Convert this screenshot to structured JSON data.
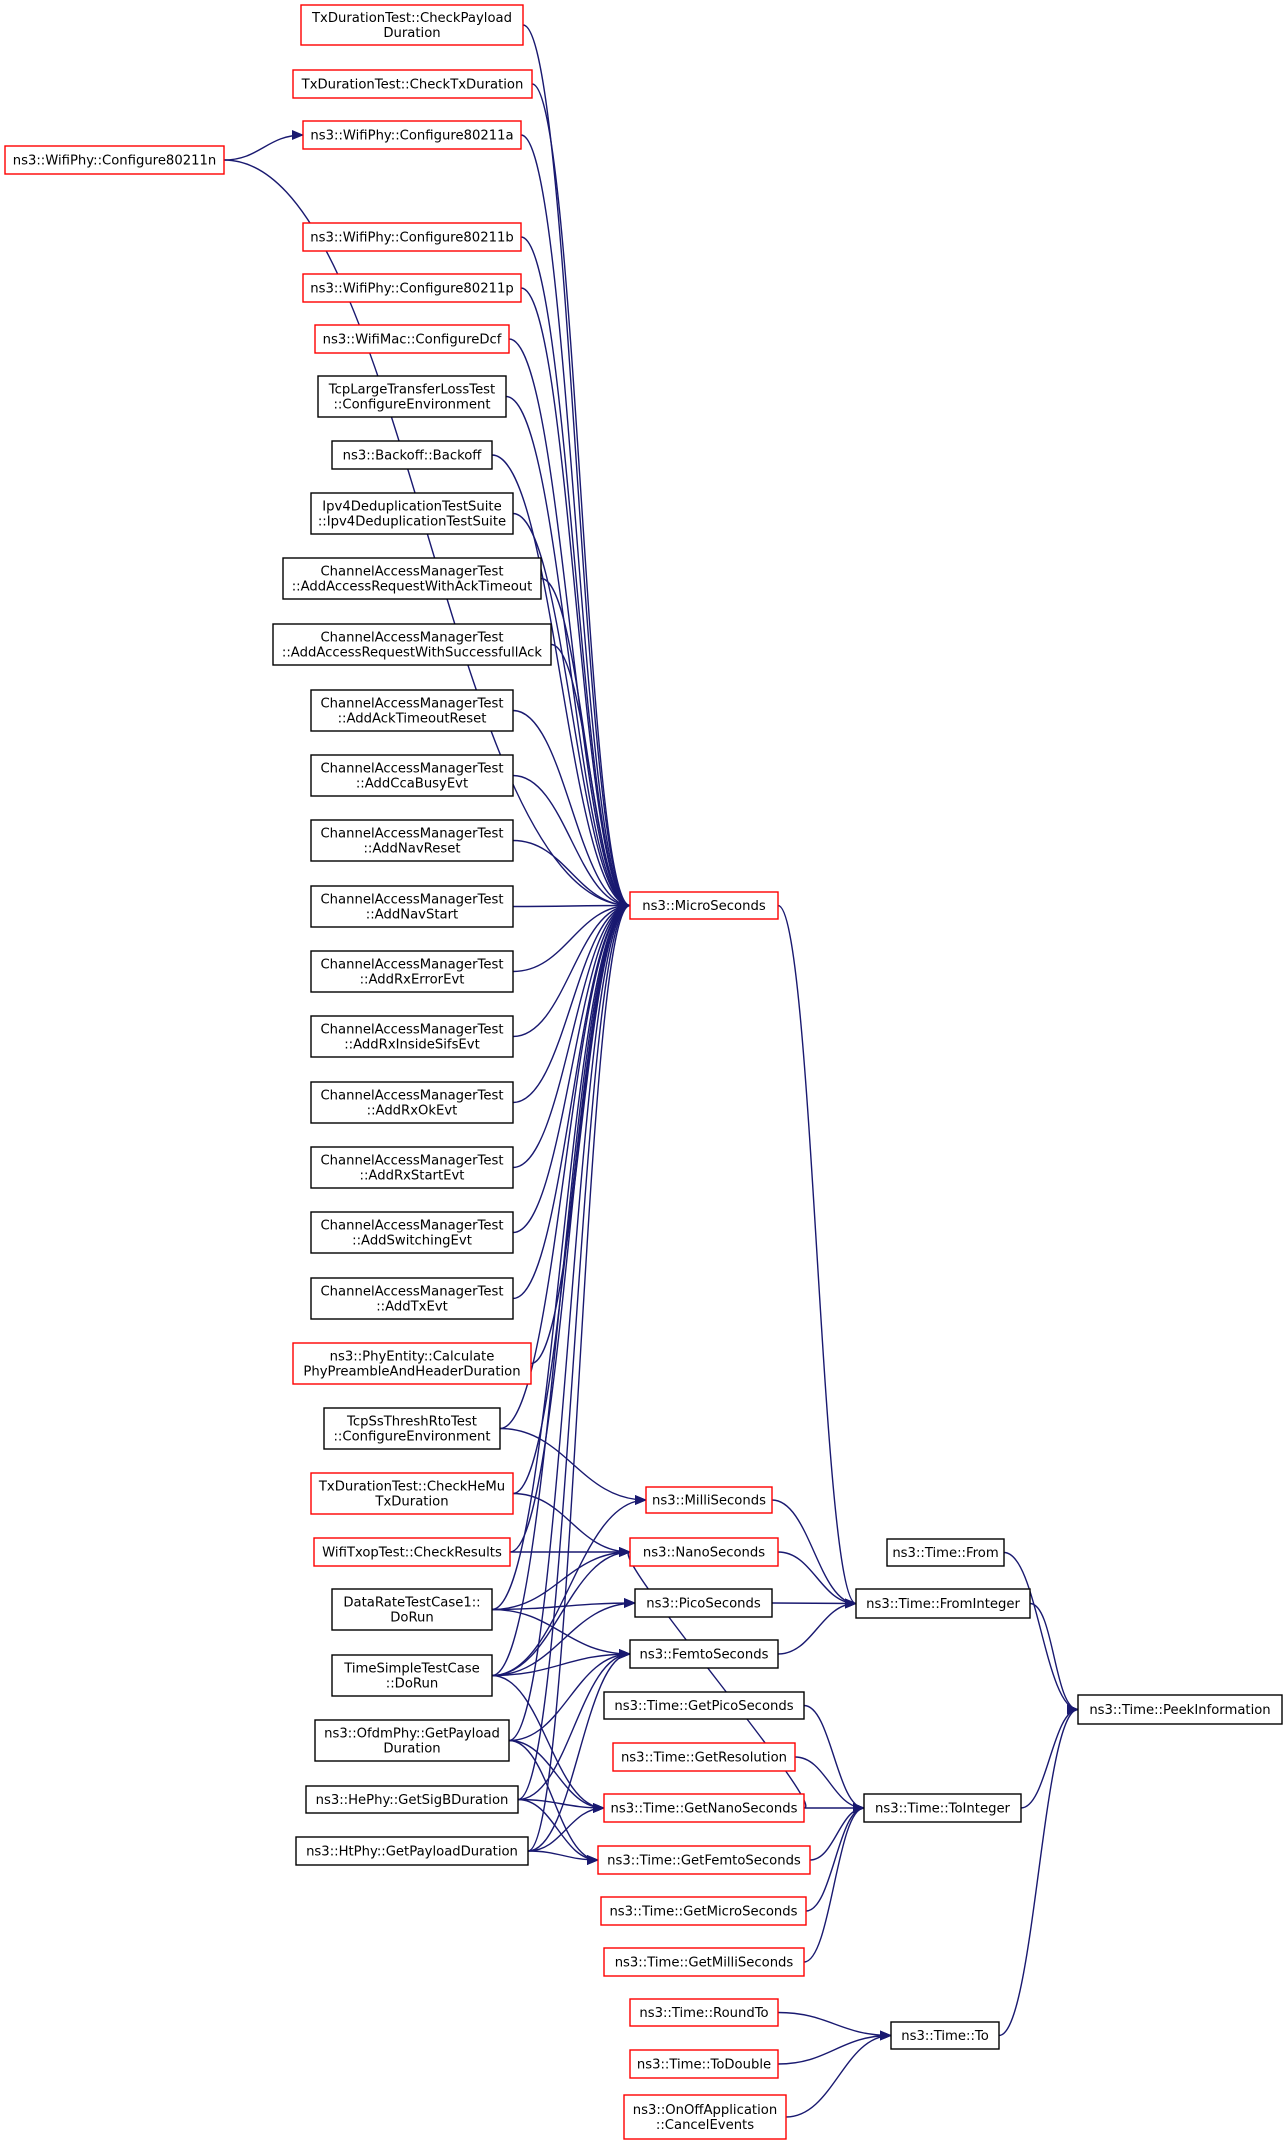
{
  "colors": {
    "edge": "#191970",
    "arrowhead": "#191970",
    "link_border_red": "#ff0000",
    "plain_border": "#000000",
    "root_fill": "#bfbfbf",
    "background": "#ffffff"
  },
  "nodes": {
    "peekinformation": {
      "lines": [
        "ns3::Time::PeekInformation"
      ],
      "style": "root"
    },
    "from": {
      "lines": [
        "ns3::Time::From"
      ],
      "style": "black"
    },
    "frominteger": {
      "lines": [
        "ns3::Time::FromInteger"
      ],
      "style": "black"
    },
    "tointeger": {
      "lines": [
        "ns3::Time::ToInteger"
      ],
      "style": "black"
    },
    "to": {
      "lines": [
        "ns3::Time::To"
      ],
      "style": "black"
    },
    "microseconds": {
      "lines": [
        "ns3::MicroSeconds"
      ],
      "style": "red"
    },
    "milliseconds": {
      "lines": [
        "ns3::MilliSeconds"
      ],
      "style": "red"
    },
    "nanoseconds": {
      "lines": [
        "ns3::NanoSeconds"
      ],
      "style": "red"
    },
    "picoseconds": {
      "lines": [
        "ns3::PicoSeconds"
      ],
      "style": "black"
    },
    "femtoseconds": {
      "lines": [
        "ns3::FemtoSeconds"
      ],
      "style": "black"
    },
    "getpicoseconds": {
      "lines": [
        "ns3::Time::GetPicoSeconds"
      ],
      "style": "black"
    },
    "getresolution": {
      "lines": [
        "ns3::Time::GetResolution"
      ],
      "style": "red"
    },
    "getnanoseconds": {
      "lines": [
        "ns3::Time::GetNanoSeconds"
      ],
      "style": "red"
    },
    "getfemtoseconds": {
      "lines": [
        "ns3::Time::GetFemtoSeconds"
      ],
      "style": "red"
    },
    "getmicroseconds": {
      "lines": [
        "ns3::Time::GetMicroSeconds"
      ],
      "style": "red"
    },
    "getmilliseconds": {
      "lines": [
        "ns3::Time::GetMilliSeconds"
      ],
      "style": "red"
    },
    "roundto": {
      "lines": [
        "ns3::Time::RoundTo"
      ],
      "style": "red"
    },
    "todouble": {
      "lines": [
        "ns3::Time::ToDouble"
      ],
      "style": "red"
    },
    "canceleventsonoff": {
      "lines": [
        "ns3::OnOffApplication",
        "::CancelEvents"
      ],
      "style": "red"
    },
    "checkpayloadduration": {
      "lines": [
        "TxDurationTest::CheckPayload",
        "Duration"
      ],
      "style": "red"
    },
    "checktxduration": {
      "lines": [
        "TxDurationTest::CheckTxDuration"
      ],
      "style": "red"
    },
    "configure80211a": {
      "lines": [
        "ns3::WifiPhy::Configure80211a"
      ],
      "style": "red"
    },
    "configure80211n": {
      "lines": [
        "ns3::WifiPhy::Configure80211n"
      ],
      "style": "red"
    },
    "configure80211b": {
      "lines": [
        "ns3::WifiPhy::Configure80211b"
      ],
      "style": "red"
    },
    "configure80211p": {
      "lines": [
        "ns3::WifiPhy::Configure80211p"
      ],
      "style": "red"
    },
    "configuredcf": {
      "lines": [
        "ns3::WifiMac::ConfigureDcf"
      ],
      "style": "red"
    },
    "tcplargetransfer": {
      "lines": [
        "TcpLargeTransferLossTest",
        "::ConfigureEnvironment"
      ],
      "style": "black"
    },
    "backoff": {
      "lines": [
        "ns3::Backoff::Backoff"
      ],
      "style": "black"
    },
    "ipv4dedup": {
      "lines": [
        "Ipv4DeduplicationTestSuite",
        "::Ipv4DeduplicationTestSuite"
      ],
      "style": "black"
    },
    "addaccessack": {
      "lines": [
        "ChannelAccessManagerTest",
        "::AddAccessRequestWithAckTimeout"
      ],
      "style": "black"
    },
    "addaccesssuccess": {
      "lines": [
        "ChannelAccessManagerTest",
        "::AddAccessRequestWithSuccessfullAck"
      ],
      "style": "black"
    },
    "addacktimeout": {
      "lines": [
        "ChannelAccessManagerTest",
        "::AddAckTimeoutReset"
      ],
      "style": "black"
    },
    "addccabusy": {
      "lines": [
        "ChannelAccessManagerTest",
        "::AddCcaBusyEvt"
      ],
      "style": "black"
    },
    "addnavreset": {
      "lines": [
        "ChannelAccessManagerTest",
        "::AddNavReset"
      ],
      "style": "black"
    },
    "addnavstart": {
      "lines": [
        "ChannelAccessManagerTest",
        "::AddNavStart"
      ],
      "style": "black"
    },
    "addrxerror": {
      "lines": [
        "ChannelAccessManagerTest",
        "::AddRxErrorEvt"
      ],
      "style": "black"
    },
    "addrxinsidesifs": {
      "lines": [
        "ChannelAccessManagerTest",
        "::AddRxInsideSifsEvt"
      ],
      "style": "black"
    },
    "addrxok": {
      "lines": [
        "ChannelAccessManagerTest",
        "::AddRxOkEvt"
      ],
      "style": "black"
    },
    "addrxstart": {
      "lines": [
        "ChannelAccessManagerTest",
        "::AddRxStartEvt"
      ],
      "style": "black"
    },
    "addswitching": {
      "lines": [
        "ChannelAccessManagerTest",
        "::AddSwitchingEvt"
      ],
      "style": "black"
    },
    "addtx": {
      "lines": [
        "ChannelAccessManagerTest",
        "::AddTxEvt"
      ],
      "style": "black"
    },
    "phyentitycalc": {
      "lines": [
        "ns3::PhyEntity::Calculate",
        "PhyPreambleAndHeaderDuration"
      ],
      "style": "red"
    },
    "tcpssthresh": {
      "lines": [
        "TcpSsThreshRtoTest",
        "::ConfigureEnvironment"
      ],
      "style": "black"
    },
    "checkhemu": {
      "lines": [
        "TxDurationTest::CheckHeMu",
        "TxDuration"
      ],
      "style": "red"
    },
    "wifitxop": {
      "lines": [
        "WifiTxopTest::CheckResults"
      ],
      "style": "red"
    },
    "dataratetest": {
      "lines": [
        "DataRateTestCase1::",
        "DoRun"
      ],
      "style": "black"
    },
    "timesimple": {
      "lines": [
        "TimeSimpleTestCase",
        "::DoRun"
      ],
      "style": "black"
    },
    "ofdmphy": {
      "lines": [
        "ns3::OfdmPhy::GetPayload",
        "Duration"
      ],
      "style": "black"
    },
    "hephy": {
      "lines": [
        "ns3::HePhy::GetSigBDuration"
      ],
      "style": "black"
    },
    "htphy": {
      "lines": [
        "ns3::HtPhy::GetPayloadDuration"
      ],
      "style": "black"
    }
  },
  "edges": [
    [
      "from",
      "peekinformation"
    ],
    [
      "frominteger",
      "peekinformation"
    ],
    [
      "tointeger",
      "peekinformation"
    ],
    [
      "to",
      "peekinformation"
    ],
    [
      "microseconds",
      "frominteger"
    ],
    [
      "milliseconds",
      "frominteger"
    ],
    [
      "nanoseconds",
      "frominteger"
    ],
    [
      "picoseconds",
      "frominteger"
    ],
    [
      "femtoseconds",
      "frominteger"
    ],
    [
      "getpicoseconds",
      "tointeger"
    ],
    [
      "getresolution",
      "tointeger"
    ],
    [
      "getnanoseconds",
      "tointeger"
    ],
    [
      "getfemtoseconds",
      "tointeger"
    ],
    [
      "getmicroseconds",
      "tointeger"
    ],
    [
      "getmilliseconds",
      "tointeger"
    ],
    [
      "roundto",
      "to"
    ],
    [
      "todouble",
      "to"
    ],
    [
      "canceleventsonoff",
      "to"
    ],
    [
      "configure80211n",
      "configure80211a"
    ],
    [
      "checkpayloadduration",
      "microseconds"
    ],
    [
      "checktxduration",
      "microseconds"
    ],
    [
      "configure80211a",
      "microseconds"
    ],
    [
      "configure80211n",
      "microseconds"
    ],
    [
      "configure80211b",
      "microseconds"
    ],
    [
      "configure80211p",
      "microseconds"
    ],
    [
      "configuredcf",
      "microseconds"
    ],
    [
      "tcplargetransfer",
      "microseconds"
    ],
    [
      "backoff",
      "microseconds"
    ],
    [
      "ipv4dedup",
      "microseconds"
    ],
    [
      "addaccessack",
      "microseconds"
    ],
    [
      "addaccesssuccess",
      "microseconds"
    ],
    [
      "addacktimeout",
      "microseconds"
    ],
    [
      "addccabusy",
      "microseconds"
    ],
    [
      "addnavreset",
      "microseconds"
    ],
    [
      "addnavstart",
      "microseconds"
    ],
    [
      "addrxerror",
      "microseconds"
    ],
    [
      "addrxinsidesifs",
      "microseconds"
    ],
    [
      "addrxok",
      "microseconds"
    ],
    [
      "addrxstart",
      "microseconds"
    ],
    [
      "addswitching",
      "microseconds"
    ],
    [
      "addtx",
      "microseconds"
    ],
    [
      "phyentitycalc",
      "microseconds"
    ],
    [
      "tcpssthresh",
      "microseconds"
    ],
    [
      "checkhemu",
      "microseconds"
    ],
    [
      "wifitxop",
      "microseconds"
    ],
    [
      "dataratetest",
      "microseconds"
    ],
    [
      "timesimple",
      "microseconds"
    ],
    [
      "ofdmphy",
      "microseconds"
    ],
    [
      "hephy",
      "microseconds"
    ],
    [
      "htphy",
      "microseconds"
    ],
    [
      "tcpssthresh",
      "milliseconds"
    ],
    [
      "timesimple",
      "milliseconds"
    ],
    [
      "checkhemu",
      "nanoseconds"
    ],
    [
      "wifitxop",
      "nanoseconds"
    ],
    [
      "dataratetest",
      "nanoseconds"
    ],
    [
      "timesimple",
      "nanoseconds"
    ],
    [
      "dataratetest",
      "picoseconds"
    ],
    [
      "timesimple",
      "picoseconds"
    ],
    [
      "dataratetest",
      "femtoseconds"
    ],
    [
      "timesimple",
      "femtoseconds"
    ],
    [
      "ofdmphy",
      "femtoseconds"
    ],
    [
      "hephy",
      "femtoseconds"
    ],
    [
      "htphy",
      "femtoseconds"
    ],
    [
      "timesimple",
      "getnanoseconds"
    ],
    [
      "ofdmphy",
      "getnanoseconds"
    ],
    [
      "hephy",
      "getnanoseconds"
    ],
    [
      "htphy",
      "getnanoseconds"
    ],
    [
      "ofdmphy",
      "getfemtoseconds"
    ],
    [
      "hephy",
      "getfemtoseconds"
    ],
    [
      "htphy",
      "getfemtoseconds"
    ],
    [
      "getnanoseconds",
      "nanoseconds"
    ]
  ]
}
